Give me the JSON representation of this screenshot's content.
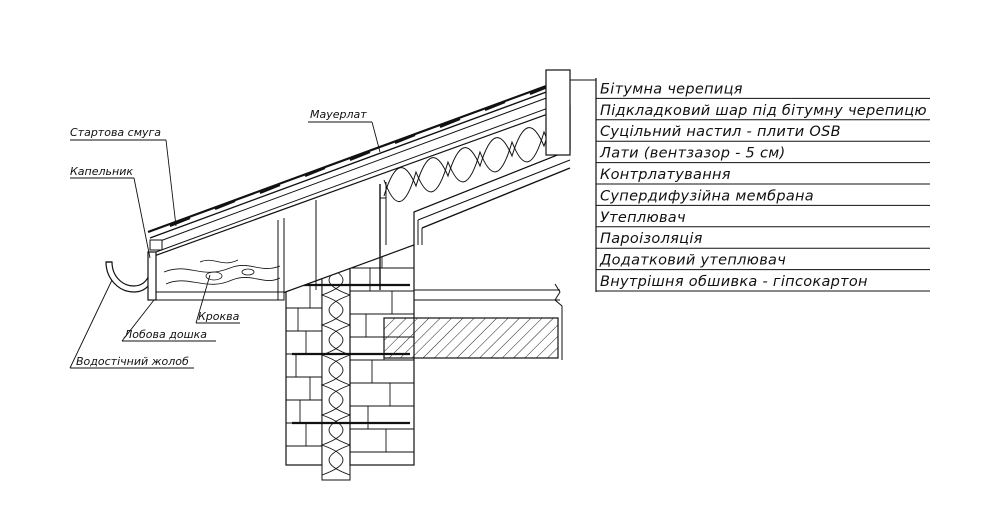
{
  "diagram": {
    "legend_layers": [
      "Бітумна черепиця",
      "Підкладковий шар під бітумну черепицю",
      "Суцільний настил - плити OSB",
      "Лати (вентзазор - 5 см)",
      "Контрлатування",
      "Супердифузійна мембрана",
      "Утеплювач",
      "Пароізоляція",
      "Додатковий утеплювач",
      "Внутрішня обшивка - гіпсокартон"
    ],
    "callouts": {
      "starter_strip": "Стартова смуга",
      "drip_edge": "Капельник",
      "mauerlat": "Мауерлат",
      "rafter": "Кроква",
      "fascia_board": "Лобова дошка",
      "gutter": "Водостічний жолоб"
    }
  },
  "colors": {
    "line": "#111111",
    "background": "#ffffff"
  }
}
